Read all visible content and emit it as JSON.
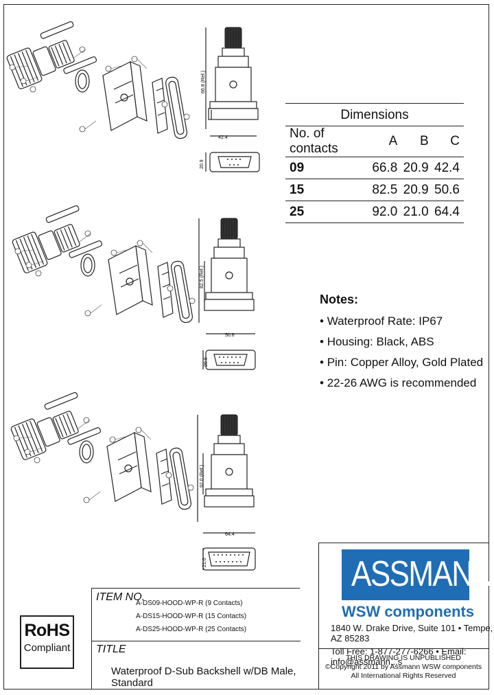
{
  "dimensions": {
    "title": "Dimensions",
    "headers": [
      "No. of contacts",
      "A",
      "B",
      "C"
    ],
    "rows": [
      [
        "09",
        "66.8",
        "20.9",
        "42.4"
      ],
      [
        "15",
        "82.5",
        "20.9",
        "50.6"
      ],
      [
        "25",
        "92.0",
        "21.0",
        "64.4"
      ]
    ]
  },
  "notes": {
    "title": "Notes:",
    "items": [
      "Waterproof Rate: IP67",
      "Housing: Black, ABS",
      "Pin: Copper Alloy, Gold Plated",
      "22-26 AWG is recommended"
    ]
  },
  "title_block": {
    "item_no_label": "ITEM NO.",
    "items": [
      "A-DS09-HOOD-WP-R (9 Contacts)",
      "A-DS15-HOOD-WP-R (15 Contacts)",
      "A-DS25-HOOD-WP-R (25 Contacts)"
    ],
    "title_label": "TITLE",
    "title": "Waterproof D-Sub Backshell w/DB Male, Standard"
  },
  "rohs": {
    "line1": "RoHS",
    "line2": "Compliant"
  },
  "brand": {
    "logo": "ASSMANN",
    "sub": "WSW components",
    "address": "1840 W. Drake Drive, Suite 101 • Tempe, AZ 85283",
    "contact": "Toll Free: 1-877-277-6266 • Email: info@assmann...s",
    "legal": [
      "THIS DRAWING IS UNPUBLISHED",
      "©Copyright 2011 by Assmann WSW components",
      "All International Rights Reserved"
    ]
  },
  "drawing_labels": {
    "dim_a_09": "66.8 (Ref.)",
    "dim_b_09": "20.9",
    "dim_c_09": "42.4",
    "dim_a_15": "82.5 (Ref.)",
    "dim_b_15": "20.9",
    "dim_c_15": "50.6",
    "dim_a_25": "92.0 (Ref.)",
    "dim_b_25": "21.0",
    "dim_c_25": "64.4"
  }
}
